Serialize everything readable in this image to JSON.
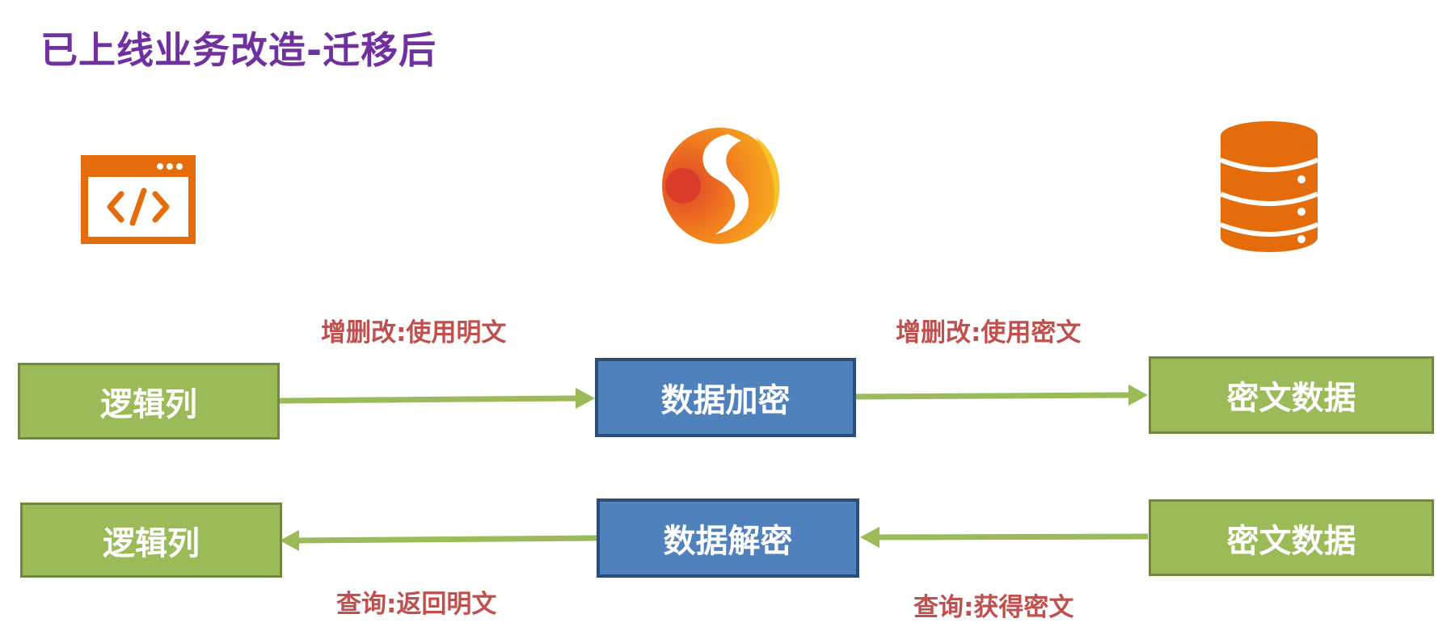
{
  "title": "已上线业务改造-迁移后",
  "icons": {
    "app": "code-window-icon",
    "middleware": "flame-logo-icon",
    "database": "database-icon"
  },
  "flow_write": {
    "source": "逻辑列",
    "process": "数据加密",
    "target": "密文数据",
    "label_left": "增删改:使用明文",
    "label_right": "增删改:使用密文"
  },
  "flow_read": {
    "source": "密文数据",
    "process": "数据解密",
    "target": "逻辑列",
    "label_left": "查询:返回明文",
    "label_right": "查询:获得密文"
  },
  "colors": {
    "title": "#7030a0",
    "green_box": "#9bbb59",
    "blue_box": "#4f81bd",
    "label": "#c0504d",
    "icon_orange": "#e46c0a"
  }
}
